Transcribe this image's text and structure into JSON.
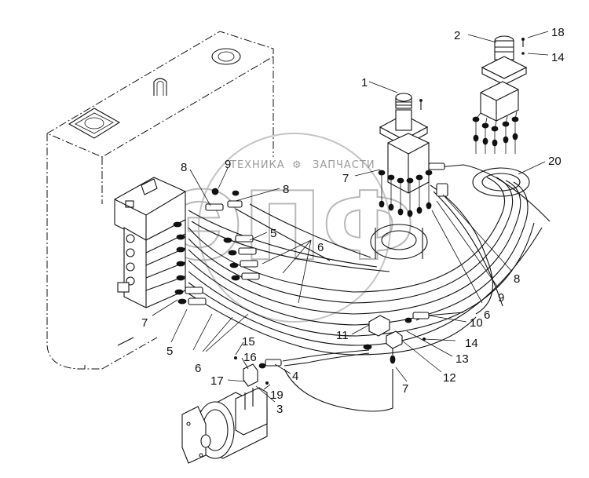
{
  "watermark": {
    "line1": "ТЕХНИКА",
    "line2": "ЗАПЧАСТИ",
    "big": "ЭПФ"
  },
  "callouts": [
    {
      "id": "c1",
      "text": "1"
    },
    {
      "id": "c2",
      "text": "2"
    },
    {
      "id": "c18",
      "text": "18"
    },
    {
      "id": "c14a",
      "text": "14"
    },
    {
      "id": "c20",
      "text": "20"
    },
    {
      "id": "c7a",
      "text": "7"
    },
    {
      "id": "c8a",
      "text": "8"
    },
    {
      "id": "c9a",
      "text": "9"
    },
    {
      "id": "c8b",
      "text": "8"
    },
    {
      "id": "c5a",
      "text": "5"
    },
    {
      "id": "c6a",
      "text": "6"
    },
    {
      "id": "c7b",
      "text": "7"
    },
    {
      "id": "c5b",
      "text": "5"
    },
    {
      "id": "c6b",
      "text": "6"
    },
    {
      "id": "c8c",
      "text": "8"
    },
    {
      "id": "c9b",
      "text": "9"
    },
    {
      "id": "c6c",
      "text": "6"
    },
    {
      "id": "c10",
      "text": "10"
    },
    {
      "id": "c11",
      "text": "11"
    },
    {
      "id": "c14b",
      "text": "14"
    },
    {
      "id": "c13",
      "text": "13"
    },
    {
      "id": "c12",
      "text": "12"
    },
    {
      "id": "c7c",
      "text": "7"
    },
    {
      "id": "c15",
      "text": "15"
    },
    {
      "id": "c16",
      "text": "16"
    },
    {
      "id": "c4",
      "text": "4"
    },
    {
      "id": "c17",
      "text": "17"
    },
    {
      "id": "c19",
      "text": "19"
    },
    {
      "id": "c3",
      "text": "3"
    }
  ]
}
